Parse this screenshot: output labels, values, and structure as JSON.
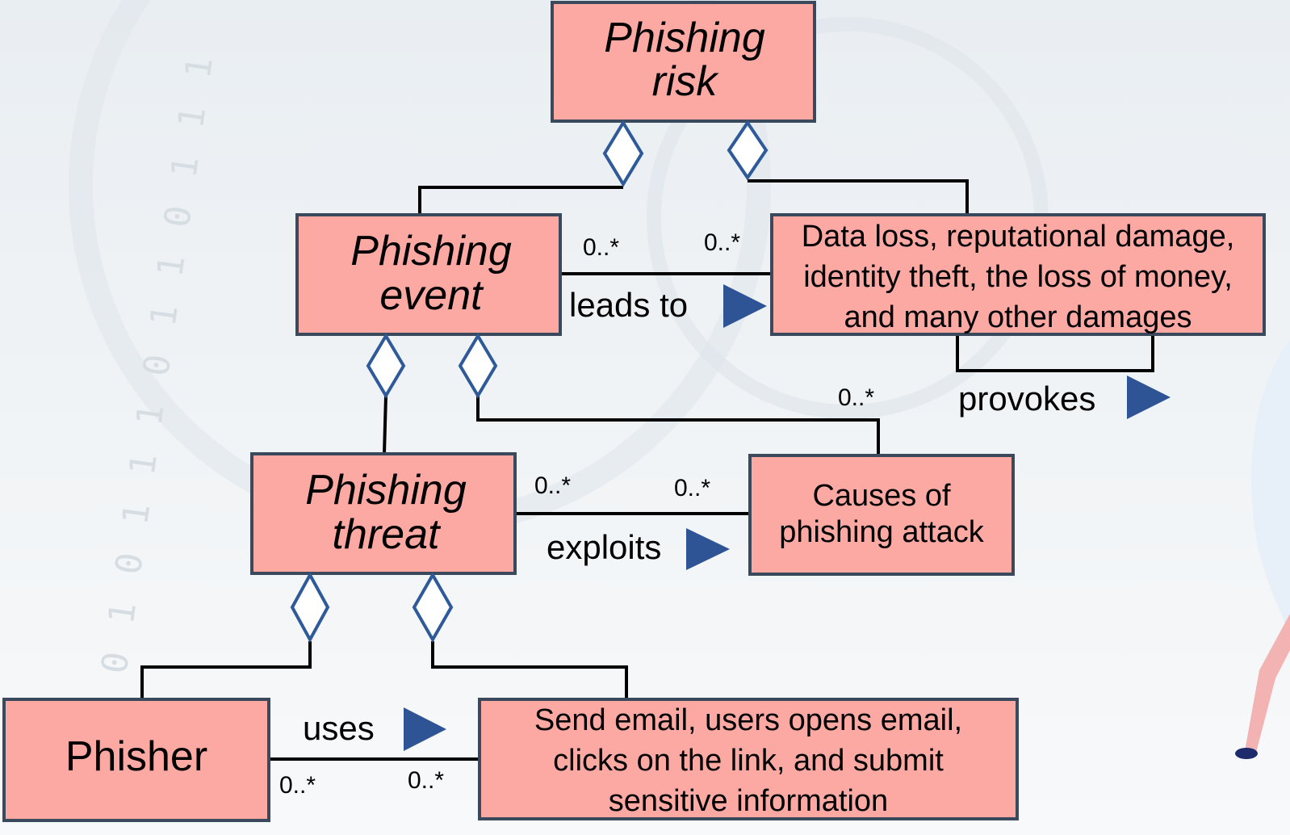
{
  "background": {
    "binary_digits": [
      "0",
      "0",
      "0",
      "0",
      "1",
      "0",
      "1",
      "1",
      "1",
      "0",
      "1",
      "1",
      "0",
      "1",
      "1",
      "1"
    ]
  },
  "classes": {
    "phishing_risk": [
      "Phishing",
      "risk"
    ],
    "phishing_event": [
      "Phishing",
      "event"
    ],
    "consequences": [
      "Data loss, reputational damage,",
      "identity theft, the loss of money,",
      "and many other damages"
    ],
    "phishing_threat": [
      "Phishing",
      "threat"
    ],
    "causes": [
      "Causes of",
      "phishing attack"
    ],
    "phisher": "Phisher",
    "actions": [
      "Send email, users opens email,",
      "clicks on the link, and submit",
      "sensitive information"
    ]
  },
  "associations": {
    "leads_to": {
      "label": "leads to",
      "mult_left": "0..*",
      "mult_right": "0..*"
    },
    "provokes": {
      "label": "provokes",
      "mult": "0..*"
    },
    "exploits": {
      "label": "exploits",
      "mult_left": "0..*",
      "mult_right": "0..*"
    },
    "uses": {
      "label": "uses",
      "mult_left": "0..*",
      "mult_right": "0..*"
    }
  },
  "colors": {
    "box_fill": "#fca9a3",
    "box_border": "#3a4a5c",
    "diamond_border": "#2e5a9a",
    "arrow": "#2e5495"
  }
}
